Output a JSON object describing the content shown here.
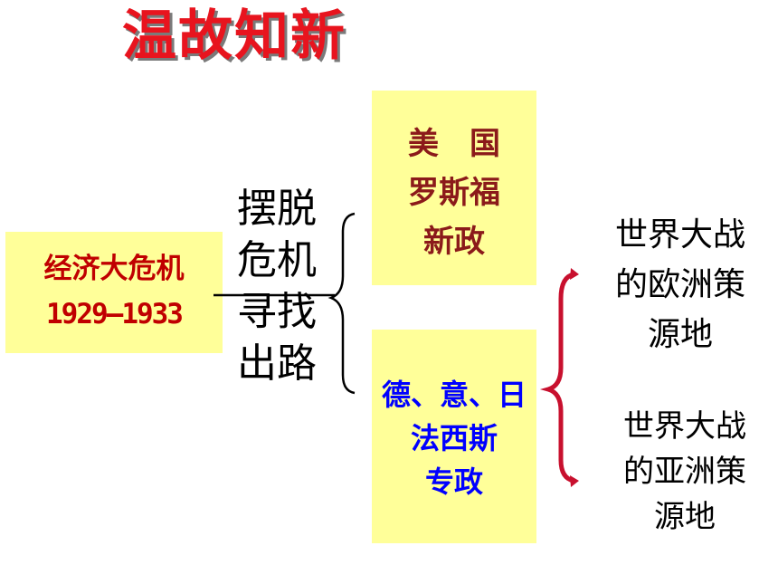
{
  "title": "温故知新",
  "crisis": {
    "name": "经济大危机",
    "years": "1929—1933"
  },
  "escape": {
    "lines": [
      "摆脱",
      "危机",
      "寻找",
      "出路"
    ]
  },
  "usa": {
    "lines": [
      "美　国",
      "罗斯福",
      "新政"
    ]
  },
  "fascist": {
    "lines": [
      "德、意、日",
      "法西斯",
      "专政"
    ]
  },
  "outcomes": {
    "europe": {
      "lines": [
        "世界大战",
        "的欧洲策",
        "源地"
      ]
    },
    "asia": {
      "lines": [
        "世界大战",
        "的亚洲策",
        "源地"
      ]
    }
  },
  "colors": {
    "title": "#e8141e",
    "box_fill": "#ffff99",
    "crisis_text": "#c00000",
    "usa_text": "#8b1a1a",
    "fascist_text": "#0000ff",
    "red_brace": "#c8102e"
  }
}
